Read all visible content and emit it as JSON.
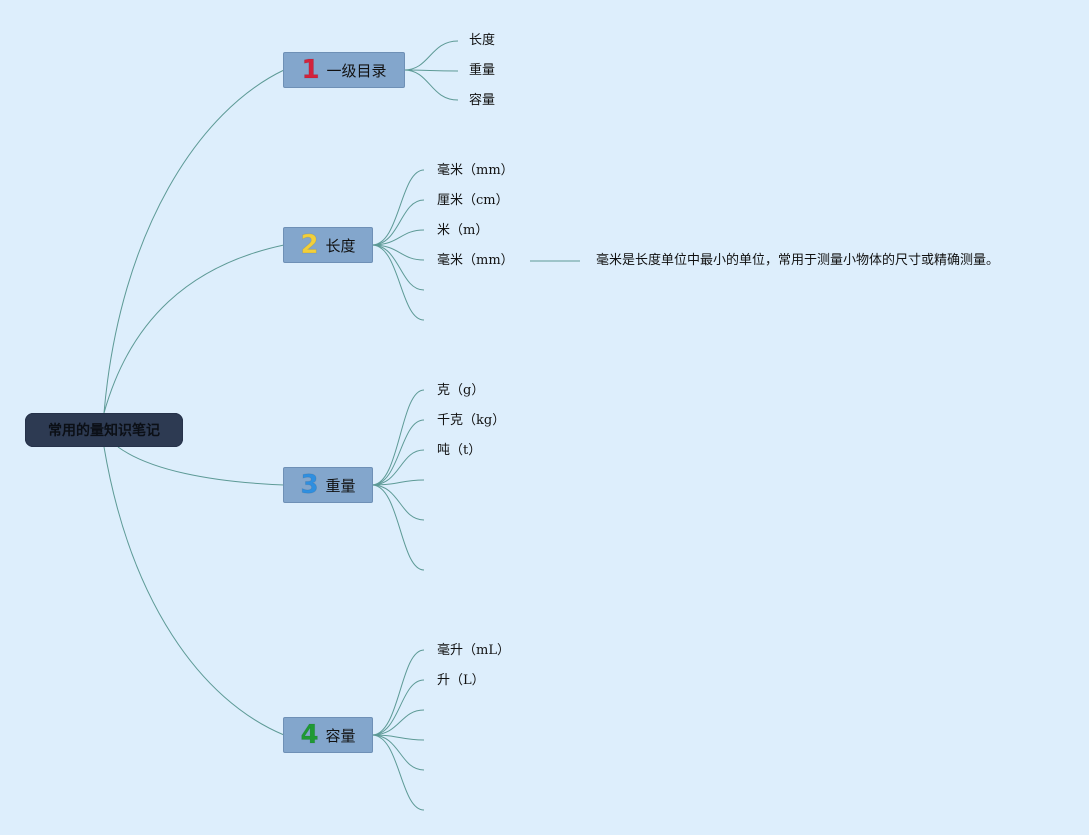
{
  "root": {
    "label": "常用的量知识笔记"
  },
  "branches": [
    {
      "number": "1",
      "number_color": "#d3223c",
      "label": "一级目录",
      "items": [
        "长度",
        "重量",
        "容量"
      ]
    },
    {
      "number": "2",
      "number_color": "#f2cf3b",
      "label": "长度",
      "items": [
        "毫米（mm）",
        "厘米（cm）",
        "米（m）",
        "毫米（mm）"
      ]
    },
    {
      "number": "3",
      "number_color": "#2f8fe0",
      "label": "重量",
      "items": [
        "克（g）",
        "千克（kg）",
        "吨（t）"
      ]
    },
    {
      "number": "4",
      "number_color": "#1f9a34",
      "label": "容量",
      "items": [
        "毫升（mL）",
        "升（L）"
      ]
    }
  ],
  "note": {
    "text": "毫米是长度单位中最小的单位，常用于测量小物体的尺寸或精确测量。"
  }
}
